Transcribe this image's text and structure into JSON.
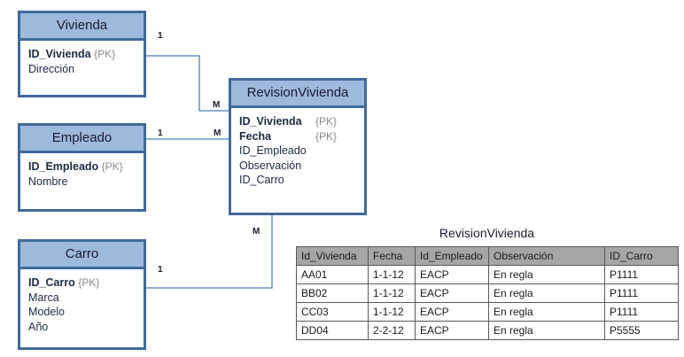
{
  "diagram": {
    "entities": [
      {
        "name": "Vivienda",
        "attributes": [
          {
            "name": "ID_Vivienda",
            "pk": "{PK}"
          },
          {
            "name": "Dirección",
            "pk": ""
          }
        ]
      },
      {
        "name": "Empleado",
        "attributes": [
          {
            "name": "ID_Empleado",
            "pk": "{PK}"
          },
          {
            "name": "Nombre",
            "pk": ""
          }
        ]
      },
      {
        "name": "Carro",
        "attributes": [
          {
            "name": "ID_Carro",
            "pk": "{PK}"
          },
          {
            "name": "Marca",
            "pk": ""
          },
          {
            "name": "Modelo",
            "pk": ""
          },
          {
            "name": "Año",
            "pk": ""
          }
        ]
      },
      {
        "name": "RevisionVivienda",
        "attributes": [
          {
            "name": "ID_Vivienda",
            "pk": "{PK}"
          },
          {
            "name": "Fecha",
            "pk": "{PK}"
          },
          {
            "name": "ID_Empleado",
            "pk": ""
          },
          {
            "name": "Observación",
            "pk": ""
          },
          {
            "name": "ID_Carro",
            "pk": ""
          }
        ]
      }
    ],
    "cardinalities": [
      {
        "label": "1",
        "of": "vivienda-side"
      },
      {
        "label": "M",
        "of": "revision-side-vivienda"
      },
      {
        "label": "1",
        "of": "empleado-side"
      },
      {
        "label": "M",
        "of": "revision-side-empleado"
      },
      {
        "label": "1",
        "of": "carro-side"
      },
      {
        "label": "M",
        "of": "revision-side-carro"
      }
    ],
    "colors": {
      "entity_border": "#41699B",
      "entity_header_fill": "#9DB9DC",
      "entity_body_fill": "#FFFFFF",
      "connector_line": "#4A7EBB",
      "table_header_fill": "#A6A6A6",
      "table_border": "#5A5A5A"
    }
  },
  "table": {
    "title": "RevisionVivienda",
    "columns": [
      "Id_Vivienda",
      "Fecha",
      "Id_Empleado",
      "Observación",
      "ID_Carro"
    ],
    "rows": [
      [
        "AA01",
        "1-1-12",
        "EACP",
        "En regla",
        "P1111"
      ],
      [
        "BB02",
        "1-1-12",
        "EACP",
        "En regla",
        "P1111"
      ],
      [
        "CC03",
        "1-1-12",
        "EACP",
        "En regla",
        "P1111"
      ],
      [
        "DD04",
        "2-2-12",
        "EACP",
        "En regla",
        "P5555"
      ]
    ]
  }
}
